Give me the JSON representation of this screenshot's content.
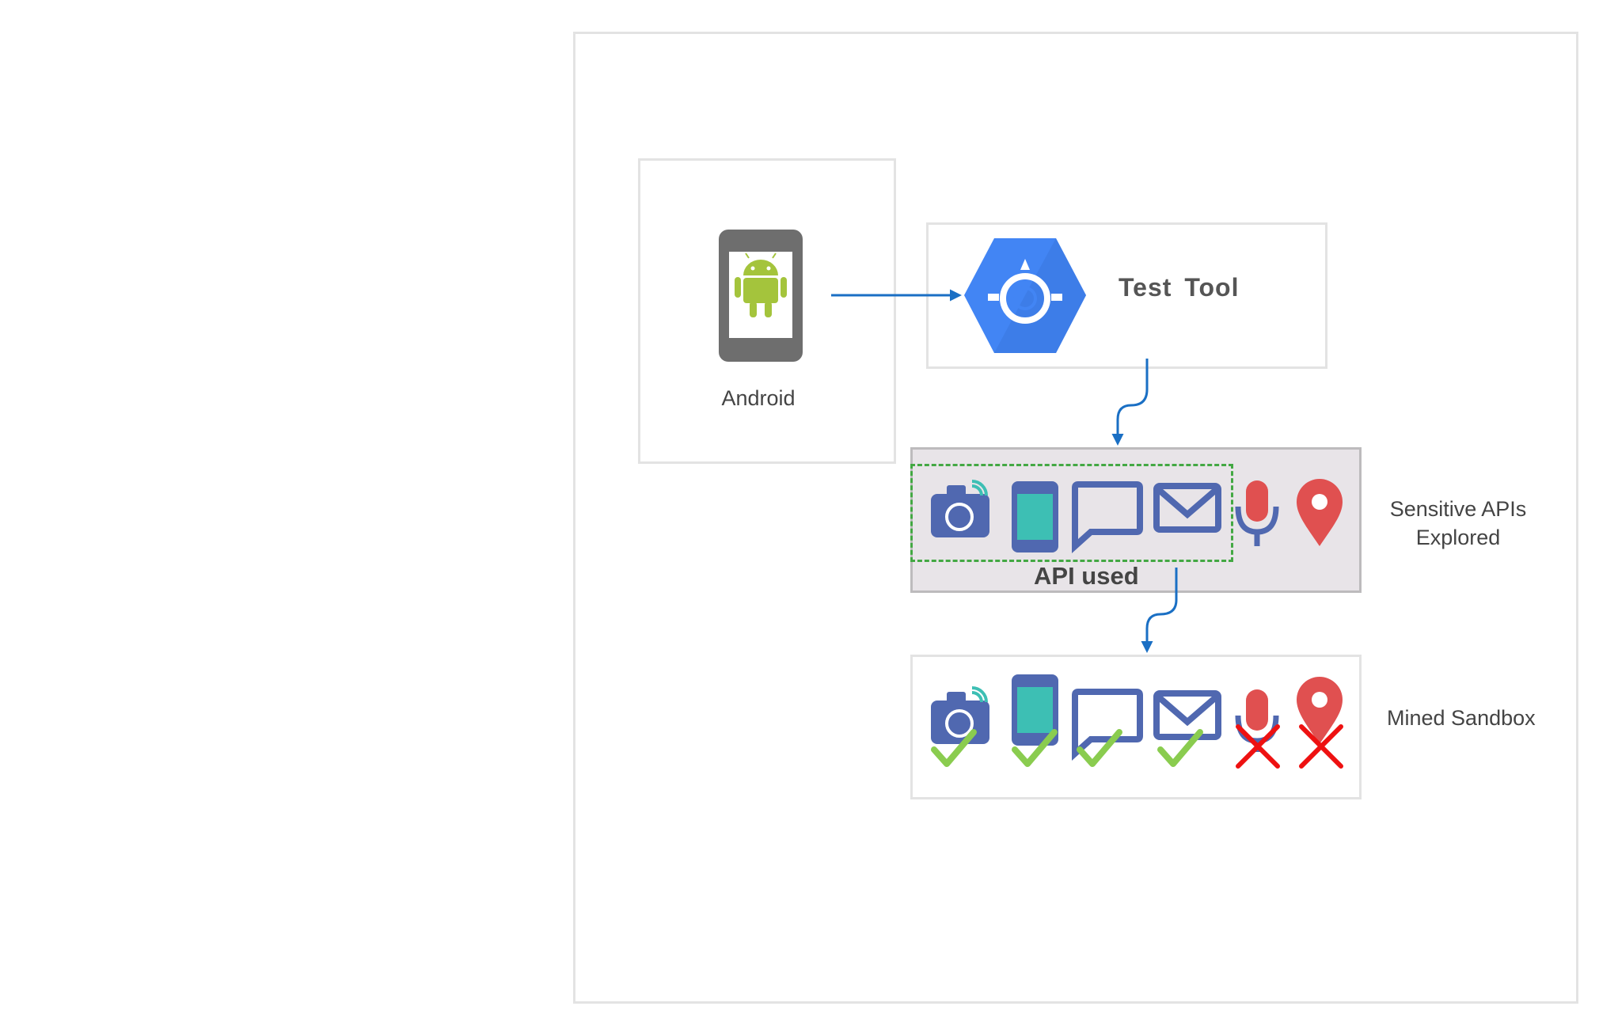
{
  "android": {
    "label": "Android"
  },
  "test_tool": {
    "label": "Test  Tool"
  },
  "api_used": {
    "label": "API used"
  },
  "sensitive_apis": {
    "label": "Sensitive APIs Explored"
  },
  "mined_sandbox": {
    "label": "Mined Sandbox"
  },
  "colors": {
    "arrow": "#1a6fc4",
    "api_icon_blue": "#5068b0",
    "phone_screen": "#3dbfb4",
    "camera_signal": "#3dbfb4",
    "mic_pin_red": "#e05050",
    "check_green": "#8acc4f",
    "cross_red": "#ee1111",
    "gce_blue": "#4285f4",
    "android_green": "#a4c43c",
    "device_gray": "#6e6e6e"
  },
  "api_icons": [
    "camera-icon",
    "phone-icon",
    "message-icon",
    "mail-icon",
    "microphone-icon",
    "location-pin-icon"
  ],
  "sandbox_status": [
    "allowed",
    "allowed",
    "allowed",
    "allowed",
    "blocked",
    "blocked"
  ]
}
